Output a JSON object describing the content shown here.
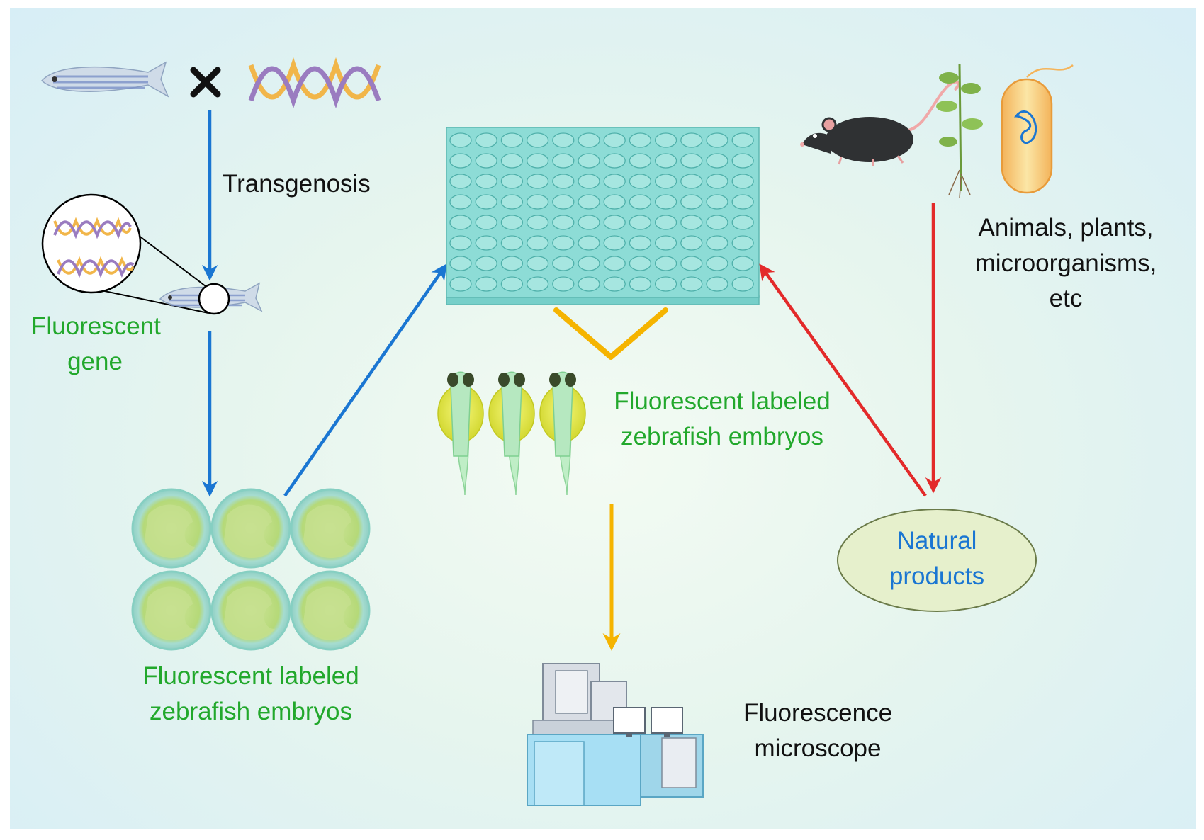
{
  "labels": {
    "transgenosis": "Transgenosis",
    "fluorescent_gene": [
      "Fluorescent",
      "gene"
    ],
    "embryos_left": [
      "Fluorescent labeled",
      "zebrafish embryos"
    ],
    "embryos_center": [
      "Fluorescent labeled",
      "zebrafish embryos"
    ],
    "sources": [
      "Animals, plants,",
      "microorganisms,",
      "etc"
    ],
    "natural_products": [
      "Natural",
      "products"
    ],
    "microscope": [
      "Fluorescence",
      "microscope"
    ],
    "cross_symbol": "✕"
  },
  "plate": {
    "rows": 8,
    "columns": 12
  },
  "colors": {
    "blue_arrow": "#1a76d2",
    "red_arrow": "#e32a2a",
    "orange_arrow": "#f5b400",
    "label_green": "#22a82c",
    "label_blue": "#1a76d2",
    "plate": "#8ddcd6",
    "ellipse_fill": "#e6f0cc"
  },
  "icons": [
    "zebrafish-icon",
    "dna-icon",
    "mouse-icon",
    "plant-icon",
    "bacterium-icon",
    "embryo-icon",
    "larva-icon",
    "well-plate-icon",
    "microscope-icon"
  ]
}
